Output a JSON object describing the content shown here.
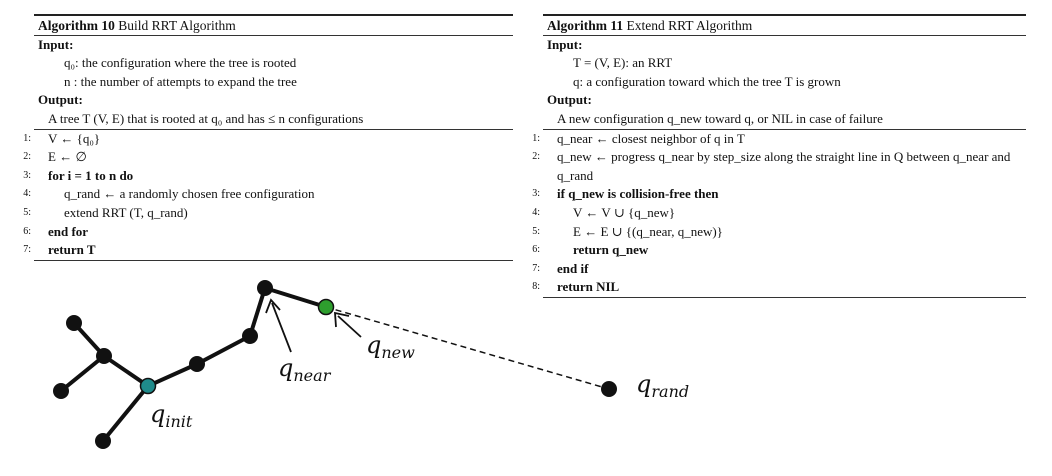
{
  "left": {
    "title_bold": "Algorithm 10",
    "title_rest": " Build RRT Algorithm",
    "input_label": "Input:",
    "input_lines": [
      "q₀: the configuration where the tree is rooted",
      "n : the number of attempts to expand the tree"
    ],
    "output_label": "Output:",
    "output_line": "A tree T     (V, E) that is rooted at q₀ and has ≤ n configurations",
    "steps": [
      {
        "num": "1:",
        "text": "V ← {q₀}",
        "indent": 1
      },
      {
        "num": "2:",
        "text": "E ← ∅",
        "indent": 1
      },
      {
        "num": "3:",
        "text": "for i = 1 to n do",
        "indent": 1
      },
      {
        "num": "4:",
        "text": "q_rand ← a randomly chosen free configuration",
        "indent": 2
      },
      {
        "num": "5:",
        "text": "extend RRT (T, q_rand)",
        "indent": 2
      },
      {
        "num": "6:",
        "text": "end for",
        "indent": 1
      },
      {
        "num": "7:",
        "text": "return T",
        "indent": 1
      }
    ]
  },
  "right": {
    "title_bold": "Algorithm 11",
    "title_rest": " Extend RRT Algorithm",
    "input_label": "Input:",
    "input_lines": [
      "T = (V, E): an RRT",
      "q: a configuration toward which the tree T is grown"
    ],
    "output_label": "Output:",
    "output_line": "A new configuration q_new toward q, or NIL in case of failure",
    "steps": [
      {
        "num": "1:",
        "text": "q_near ← closest neighbor of q in T",
        "indent": 1
      },
      {
        "num": "2:",
        "text": "q_new ← progress q_near by step_size along the straight line in Q between q_near and",
        "indent": 1
      },
      {
        "num": "",
        "text": "q_rand",
        "indent": 1
      },
      {
        "num": "3:",
        "text": "if q_new is collision-free then",
        "indent": 1
      },
      {
        "num": "4:",
        "text": "V ← V ∪ {q_new}",
        "indent": 2
      },
      {
        "num": "5:",
        "text": "E ← E ∪ {(q_near, q_new)}",
        "indent": 2
      },
      {
        "num": "6:",
        "text": "return q_new",
        "indent": 2
      },
      {
        "num": "7:",
        "text": "end if",
        "indent": 1
      },
      {
        "num": "8:",
        "text": "return NIL",
        "indent": 1
      }
    ]
  },
  "diagram": {
    "labels": {
      "init": "q_init",
      "near": "q_near",
      "new": "q_new",
      "rand": "q_rand"
    },
    "colors": {
      "node": "#111111",
      "init_node": "#1f8b8b",
      "new_node": "#2e9e2e",
      "edge": "#111111"
    }
  }
}
